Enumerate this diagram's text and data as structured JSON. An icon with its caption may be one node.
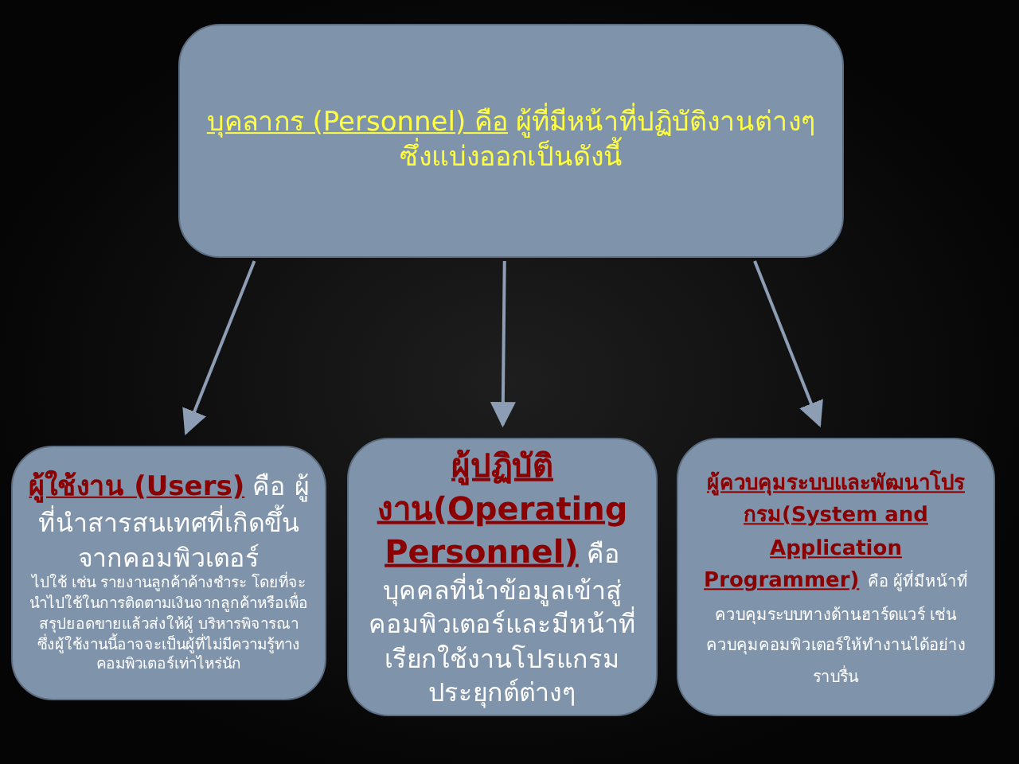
{
  "diagram": {
    "nodes": [
      {
        "text": [
          "บุคลากร (Personnel) คือ",
          "ผู้ที่มีหน้าที่ปฏิบัติงานต่างๆ ซึ่งแบ่งออกเป็นดังนี้"
        ]
      },
      {
        "text": [
          "ผู้ใช้งาน (Users)",
          "คือ ผู้ที่นำสารสนเทศที่เกิดขึ้นจากคอมพิวเตอร์",
          "ไปใช้ เช่น รายงานลูกค้าค้างชำระ โดยที่จะนำไปใช้ในการติดตามเงินจากลูกค้าหรือเพื่อสรุปยอดขายแล้วส่งให้ผู้ บริหารพิจารณา ซึ่งผู้ใช้งานนี้อาจจะเป็นผู้ที่ไม่มีความรู้ทางคอมพิวเตอร์เท่าไหร่นัก"
        ]
      },
      {
        "text": [
          "ผู้ปฏิบัติงาน(Operating Personnel)",
          "คือ บุคคลที่นำข้อมูลเข้าสู่คอมพิวเตอร์และมีหน้าที่เรียกใช้งานโปรแกรมประยุกต์ต่างๆ"
        ]
      },
      {
        "text": [
          "ผู้ควบคุมระบบและพัฒนาโปรกรม(System and Application Programmer)",
          "คือ ผู้ที่มีหน้าที่ควบคุมระบบทางด้านฮาร์ดแวร์ เช่น ควบคุมคอมพิวเตอร์ให้ทำงานได้อย่างราบรื่น"
        ]
      }
    ],
    "edges": [
      {
        "from": 0,
        "to": 1,
        "arrow": "to"
      },
      {
        "from": 0,
        "to": 2,
        "arrow": "to"
      },
      {
        "from": 0,
        "to": 3,
        "arrow": "to"
      }
    ]
  }
}
